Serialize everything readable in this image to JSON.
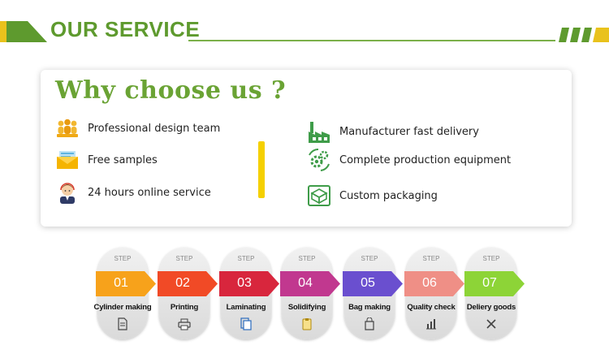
{
  "header": {
    "title": "OUR SERVICE"
  },
  "card": {
    "heading": "Why choose us ?",
    "features_left": [
      {
        "label": "Professional design team",
        "icon": "team-icon"
      },
      {
        "label": "Free samples",
        "icon": "envelope-icon"
      },
      {
        "label": "24 hours online service",
        "icon": "support-agent-icon"
      }
    ],
    "features_right": [
      {
        "label": "Manufacturer fast delivery",
        "icon": "factory-icon"
      },
      {
        "label": "Complete production equipment",
        "icon": "gears-icon"
      },
      {
        "label": "Custom packaging",
        "icon": "package-icon"
      }
    ]
  },
  "steps": [
    {
      "step": "STEP",
      "number": "01",
      "label": "Cylinder making",
      "color": "#f7a21b",
      "icon": "document-icon"
    },
    {
      "step": "STEP",
      "number": "02",
      "label": "Printing",
      "color": "#f14a26",
      "icon": "printer-icon"
    },
    {
      "step": "STEP",
      "number": "03",
      "label": "Laminating",
      "color": "#d8263d",
      "icon": "layers-icon"
    },
    {
      "step": "STEP",
      "number": "04",
      "label": "Solidifying",
      "color": "#c1388f",
      "icon": "clipboard-icon"
    },
    {
      "step": "STEP",
      "number": "05",
      "label": "Bag making",
      "color": "#6a4fcf",
      "icon": "bag-icon"
    },
    {
      "step": "STEP",
      "number": "06",
      "label": "Quality check",
      "color": "#ef8f86",
      "icon": "bar-chart-icon"
    },
    {
      "step": "STEP",
      "number": "07",
      "label": "Deliery goods",
      "color": "#8dd437",
      "icon": "tools-icon"
    }
  ],
  "colors": {
    "brand_green": "#6aa334",
    "divider_yellow": "#f5d000"
  }
}
